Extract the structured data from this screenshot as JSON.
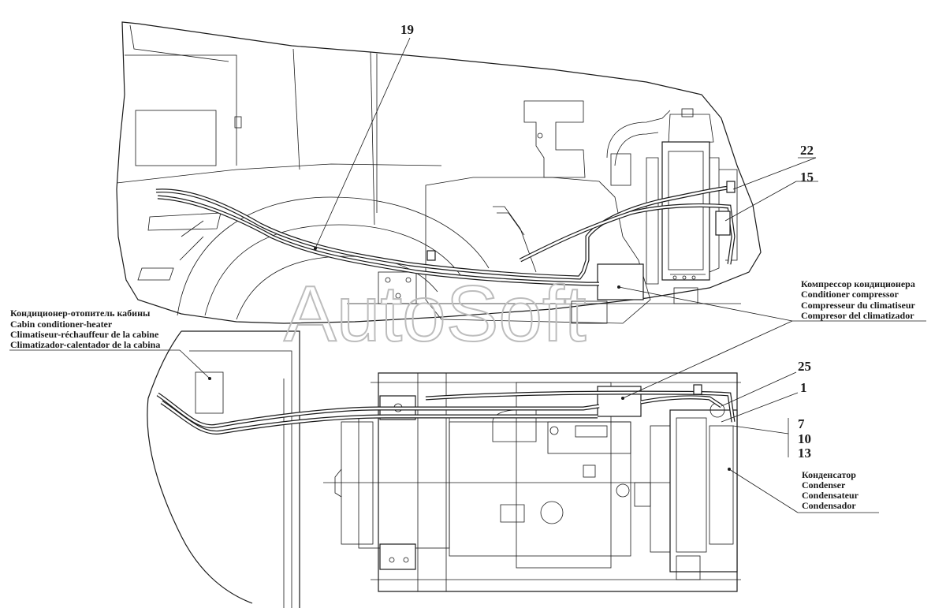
{
  "watermark": "AutoSoft",
  "callouts": {
    "n19": "19",
    "n22": "22",
    "n15": "15",
    "n25": "25",
    "n1": "1",
    "n7": "7",
    "n10": "10",
    "n13": "13"
  },
  "labels": {
    "cabin_heater": [
      "Кондиционер-отопитель кабины",
      "Cabin conditioner-heater",
      "Climatiseur-réchauffeur de la cabine",
      "Climatizador-calentador de la cabina"
    ],
    "compressor": [
      "Компрессор кондиционера",
      "Conditioner compressor",
      "Compresseur du climatiseur",
      "Compresor del climatizador"
    ],
    "condenser": [
      "Конденсатор",
      "Condenser",
      "Condensateur",
      "Condensador"
    ]
  }
}
